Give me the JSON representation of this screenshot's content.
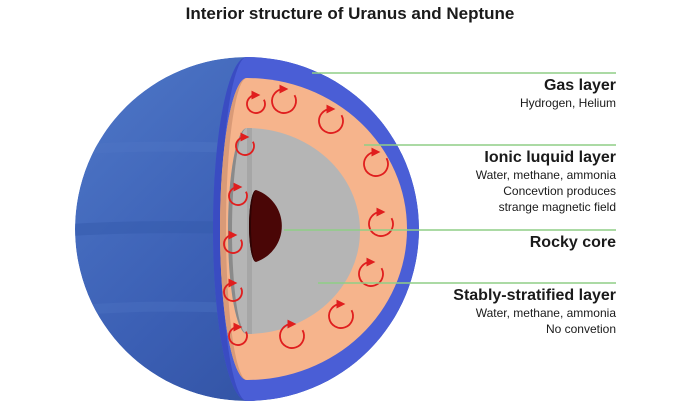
{
  "title": "Interior structure of Uranus and Neptune",
  "colors": {
    "planet_outer": "#3f62b8",
    "gas_layer": "#4a5ed6",
    "ionic_layer": "#f6b48c",
    "stratified_layer": "#b5b5b5",
    "inner_layer": "#8a8a8a",
    "rocky_core": "#4a0606",
    "convection_arrows": "#e01e1e",
    "leader_lines": "#8fce85"
  },
  "layers": [
    {
      "id": "gas",
      "name": "Gas layer",
      "description": [
        "Hydrogen, Helium"
      ]
    },
    {
      "id": "ionic",
      "name": "Ionic luquid layer",
      "description": [
        "Water, methane, ammonia",
        "Concevtion produces",
        "strange magnetic field"
      ]
    },
    {
      "id": "core",
      "name": "Rocky core",
      "description": []
    },
    {
      "id": "stratified",
      "name": "Stably-stratified layer",
      "description": [
        "Water, methane, ammonia",
        "No convetion"
      ]
    }
  ]
}
